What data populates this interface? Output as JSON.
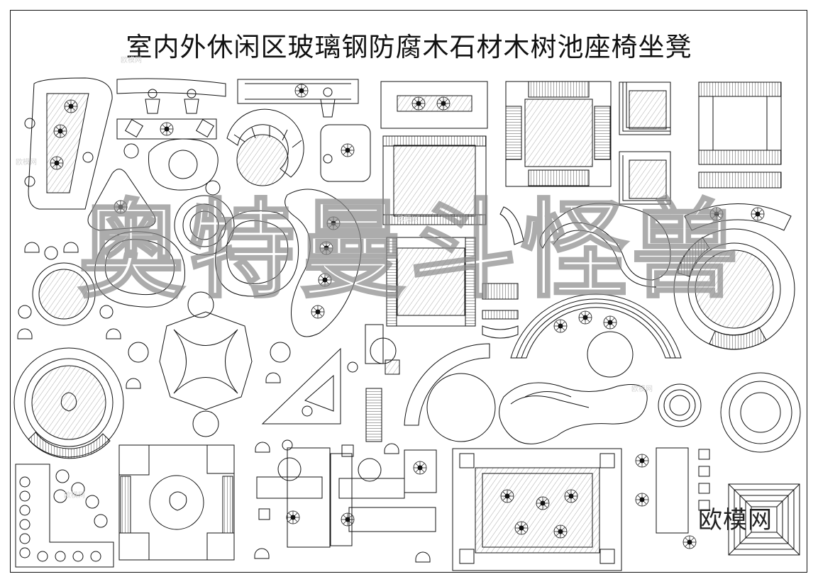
{
  "title": "室内外休闲区玻璃钢防腐木石材木树池座椅坐凳",
  "watermark_large": "奥特曼斗怪兽",
  "watermark_logo": "欧模网",
  "watermark_small": "欧模网",
  "colors": {
    "line": "#111111",
    "background": "#ffffff",
    "watermark": "#8a8a8a"
  }
}
